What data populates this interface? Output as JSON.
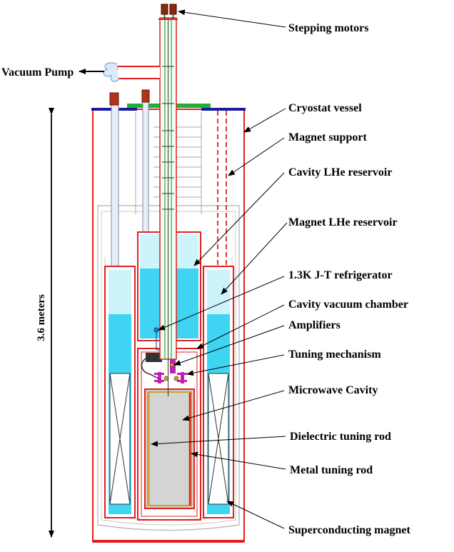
{
  "labels": {
    "stepping_motors": "Stepping motors",
    "vacuum_pump": "Vacuum Pump",
    "cryostat_vessel": "Cryostat vessel",
    "magnet_support": "Magnet support",
    "cavity_lhe_reservoir": "Cavity LHe reservoir",
    "magnet_lhe_reservoir": "Magnet LHe reservoir",
    "jt_refrigerator": "1.3K J-T refrigerator",
    "cavity_vacuum_chamber": "Cavity vacuum chamber",
    "amplifiers": "Amplifiers",
    "tuning_mechanism": "Tuning mechanism",
    "microwave_cavity": "Microwave Cavity",
    "dielectric_tuning_rod": "Dielectric tuning rod",
    "metal_tuning_rod": "Metal tuning rod",
    "superconducting_magnet": "Superconducting magnet"
  },
  "dimension": "3.6 meters",
  "colors": {
    "vessel_red": "#e02020",
    "lid_blue": "#1a1a9c",
    "lid_green": "#1fb03a",
    "lhe_liquid": "#3fd4f2",
    "lhe_vapor": "#cdf3fb",
    "cavity_gray": "#d4d4d4",
    "cavity_border": "#c9a227",
    "motor_brown": "#8b2a0a",
    "tuning_magenta": "#c21fb8"
  }
}
